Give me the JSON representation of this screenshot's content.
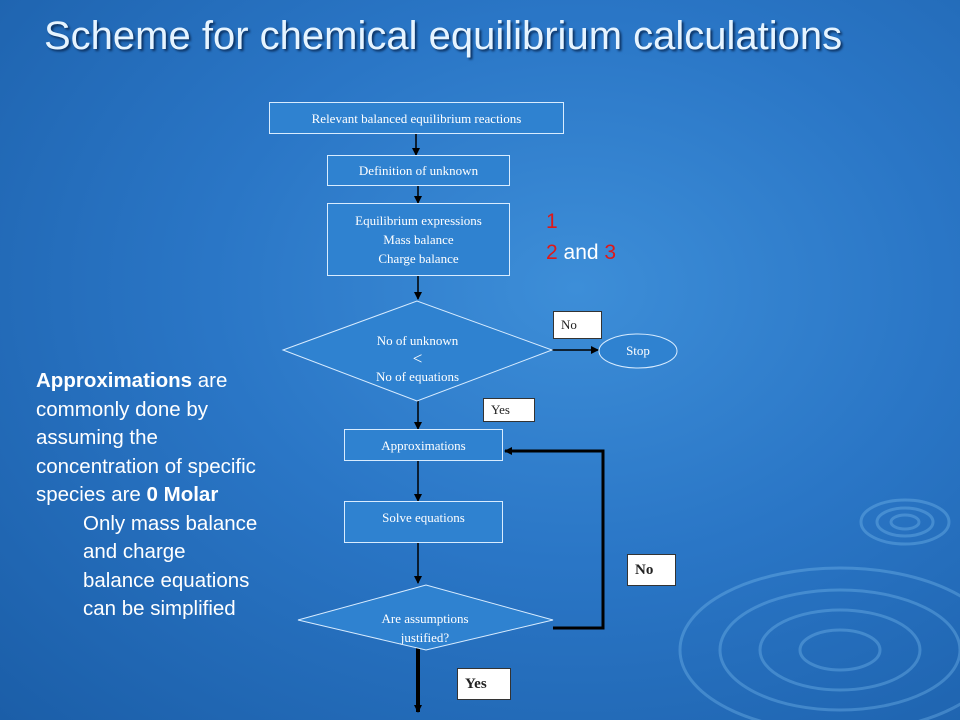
{
  "title": "Scheme for chemical equilibrium calculations",
  "flowchart": {
    "reactions": "Relevant balanced equilibrium  reactions",
    "unknown_def": "Definition of unknown",
    "expressions": [
      "Equilibrium  expressions",
      "Mass balance",
      "Charge balance"
    ],
    "decision1": {
      "line1": "No of unknown",
      "symbol": "<",
      "line2": "No of equations"
    },
    "stop": "Stop",
    "no_tag_top": "No",
    "yes_tag_mid": "Yes",
    "approximations": "Approximations",
    "solve": "Solve equations",
    "decision2": {
      "line1": "Are assumptions",
      "line2": "justified?"
    },
    "no_tag_bottom": "No",
    "yes_tag_bottom": "Yes"
  },
  "annotation": {
    "line1_num": "1",
    "line2_num_a": "2",
    "line2_and": " and ",
    "line2_num_b": "3"
  },
  "side_text": {
    "bold_start": "Approximations",
    "body": " are commonly done by assuming the concentration of specific species are ",
    "bold_end": "0 Molar",
    "indent": "Only mass balance and charge balance equations can be simplified"
  },
  "colors": {
    "background": "#2a76c6",
    "box_fill": "#2f82d0",
    "line": "#000000",
    "highlight": "#e01818"
  }
}
